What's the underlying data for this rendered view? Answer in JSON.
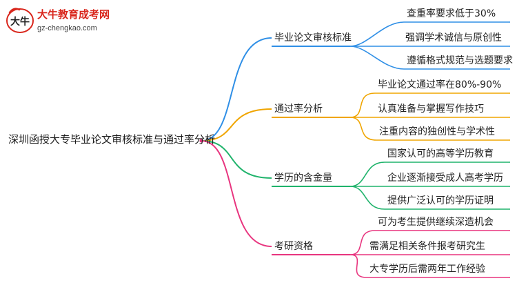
{
  "logo": {
    "title": "大牛教育成考网",
    "url": "gz-chengkao.com",
    "mark_text": "大牛"
  },
  "mindmap": {
    "root": "深圳函授大专毕业论文审核标准与通过率分析",
    "branches": [
      {
        "label": "毕业论文审核标准",
        "color": "#2f8fe6",
        "leaves": [
          "查重率要求低于30%",
          "强调学术诚信与原创性",
          "遵循格式规范与选题要求"
        ]
      },
      {
        "label": "通过率分析",
        "color": "#f0a500",
        "leaves": [
          "毕业论文通过率在80%-90%",
          "认真准备与掌握写作技巧",
          "注重内容的独创性与学术性"
        ]
      },
      {
        "label": "学历的含金量",
        "color": "#1fb36b",
        "leaves": [
          "国家认可的高等学历教育",
          "企业逐渐接受成人高考学历",
          "提供广泛认可的学历证明"
        ]
      },
      {
        "label": "考研资格",
        "color": "#e8357f",
        "leaves": [
          "可为考生提供继续深造机会",
          "需满足相关条件报考研究生",
          "大专学历后需两年工作经验"
        ]
      }
    ]
  }
}
